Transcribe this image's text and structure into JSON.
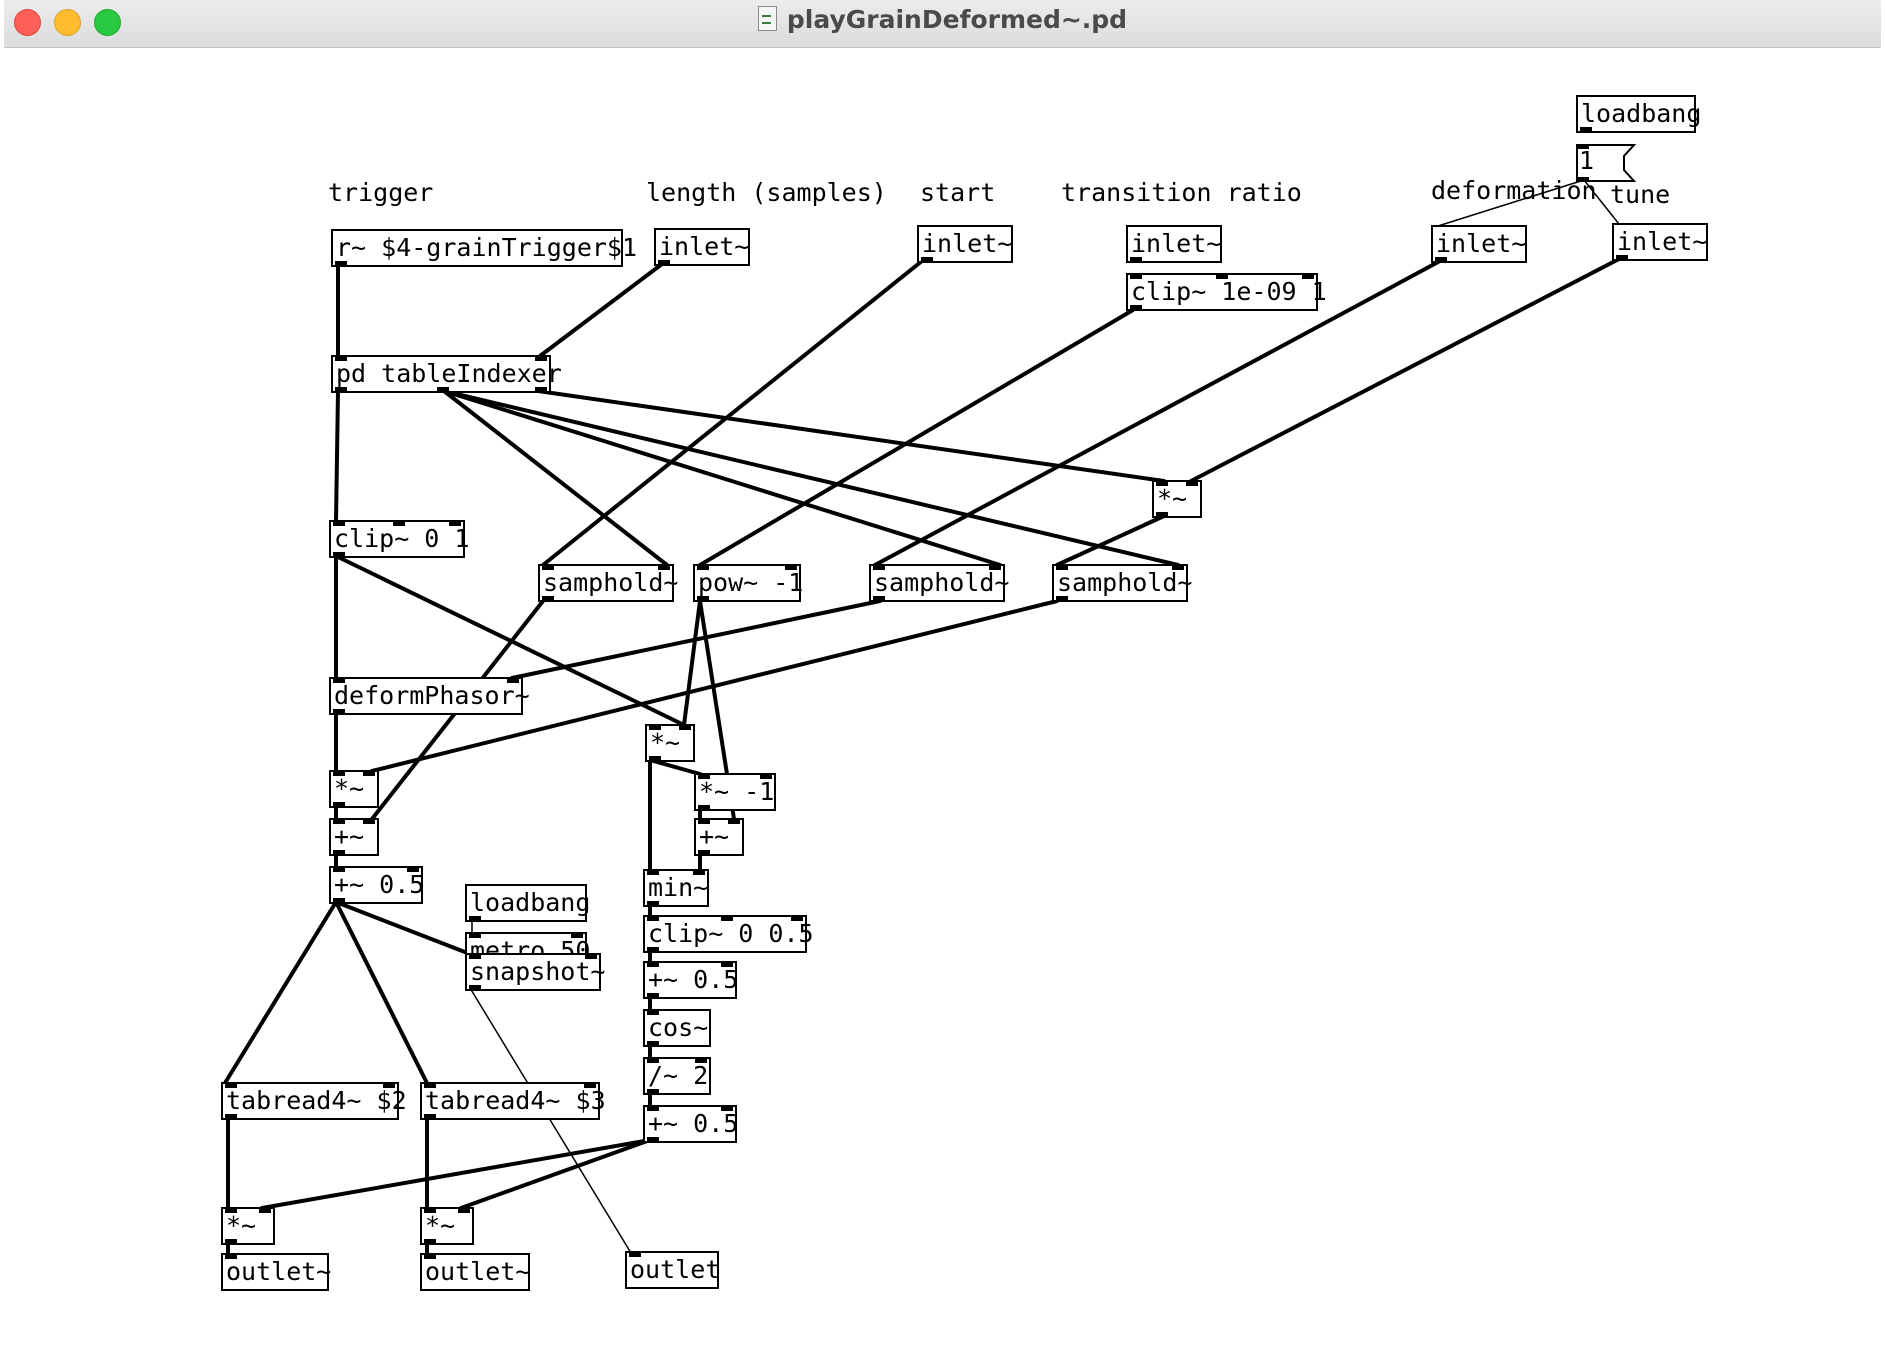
{
  "window": {
    "title": "playGrainDeformed~.pd"
  },
  "comments": {
    "trigger": "trigger",
    "length": "length (samples)",
    "start": "start",
    "transition": "transition ratio",
    "deformation": "deformation",
    "tune": "tune"
  },
  "objects": {
    "loadbang_top": "loadbang",
    "msg_one": "1",
    "receive_trigger": "r~ $4-grainTrigger$1",
    "inlet_length": "inlet~",
    "inlet_start": "inlet~",
    "inlet_transition": "inlet~",
    "inlet_deformation": "inlet~",
    "inlet_tune": "inlet~",
    "clip_transition": "clip~ 1e-09 1",
    "table_indexer": "pd tableIndexer",
    "mul_tune": "*~",
    "clip_01": "clip~ 0 1",
    "samphold_a": "samphold~",
    "pow_neg1": "pow~ -1",
    "samphold_b": "samphold~",
    "samphold_c": "samphold~",
    "deform_phasor": "deformPhasor~",
    "mul_mid": "*~",
    "mul_neg1": "*~ -1",
    "mul_left": "*~",
    "add_left": "+~",
    "add_mid": "+~",
    "loadbang_mid": "loadbang",
    "metro": "metro 50",
    "add_half_left": "+~ 0.5",
    "min": "min~",
    "snapshot": "snapshot~",
    "clip_half": "clip~ 0 0.5",
    "add_half_a": "+~ 0.5",
    "cos": "cos~",
    "div2": "/~ 2",
    "tabread_a": "tabread4~ $2",
    "tabread_b": "tabread4~ $3",
    "add_half_b": "+~ 0.5",
    "mul_out_a": "*~",
    "mul_out_b": "*~",
    "outlet_a": "outlet~",
    "outlet_b": "outlet~",
    "outlet_ctl": "outlet"
  }
}
